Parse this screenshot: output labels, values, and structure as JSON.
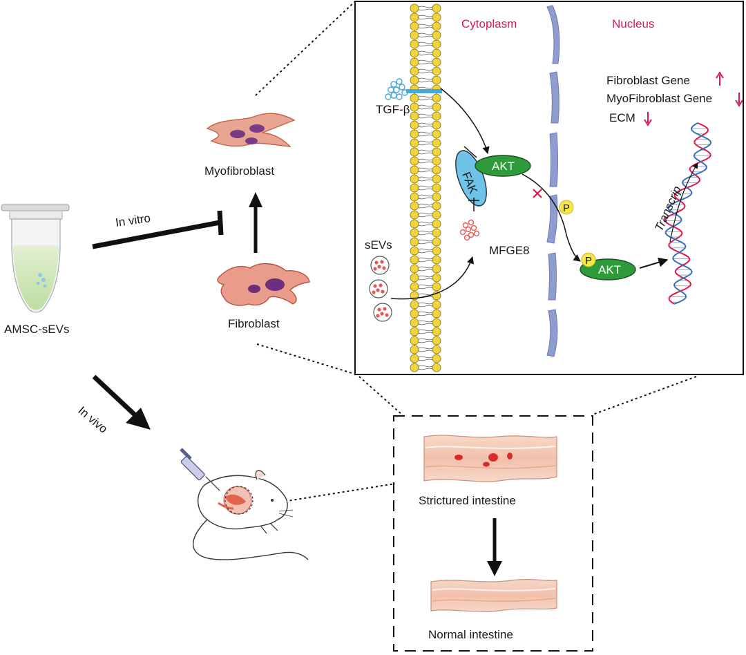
{
  "colors": {
    "label_red": "#e0174f",
    "arrow_red": "#e0174f",
    "lipid_head": "#f2d43d",
    "nuclear_membrane": "#8f9ccf",
    "akt_green": "#2f9a3a",
    "fak_blue": "#6fc3e8",
    "phospho_yellow": "#f7e84a",
    "tube_liquid": "#cfe6b7",
    "intestine_pink": "#f4c9b8",
    "vesicle_red": "#e25a56"
  },
  "labels": {
    "amsc": "AMSC-sEVs",
    "in_vitro": "In vitro",
    "in_vivo": "In vivo",
    "myofibroblast": "Myofibroblast",
    "fibroblast": "Fibroblast",
    "cytoplasm": "Cytoplasm",
    "nucleus": "Nucleus",
    "tgf": "TGF-β",
    "sevs": "sEVs",
    "mfge8": "MFGE8",
    "fak": "FAK",
    "akt": "AKT",
    "akt2": "AKT",
    "p1": "P",
    "p2": "P",
    "transcrip": "Transcrip",
    "fibro_gene": "Fibroblast Gene",
    "myofibro_gene": "MyoFibroblast Gene",
    "ecm": "ECM",
    "strictured": "Strictured  intestine",
    "normal": "Normal  intestine"
  },
  "icons": {
    "tube": "microcentrifuge-tube-icon",
    "mouse": "mouse-icon",
    "syringe": "syringe-icon",
    "dna": "dna-helix-icon",
    "up_arrow": "up-arrow-icon",
    "down_arrow": "down-arrow-icon"
  }
}
